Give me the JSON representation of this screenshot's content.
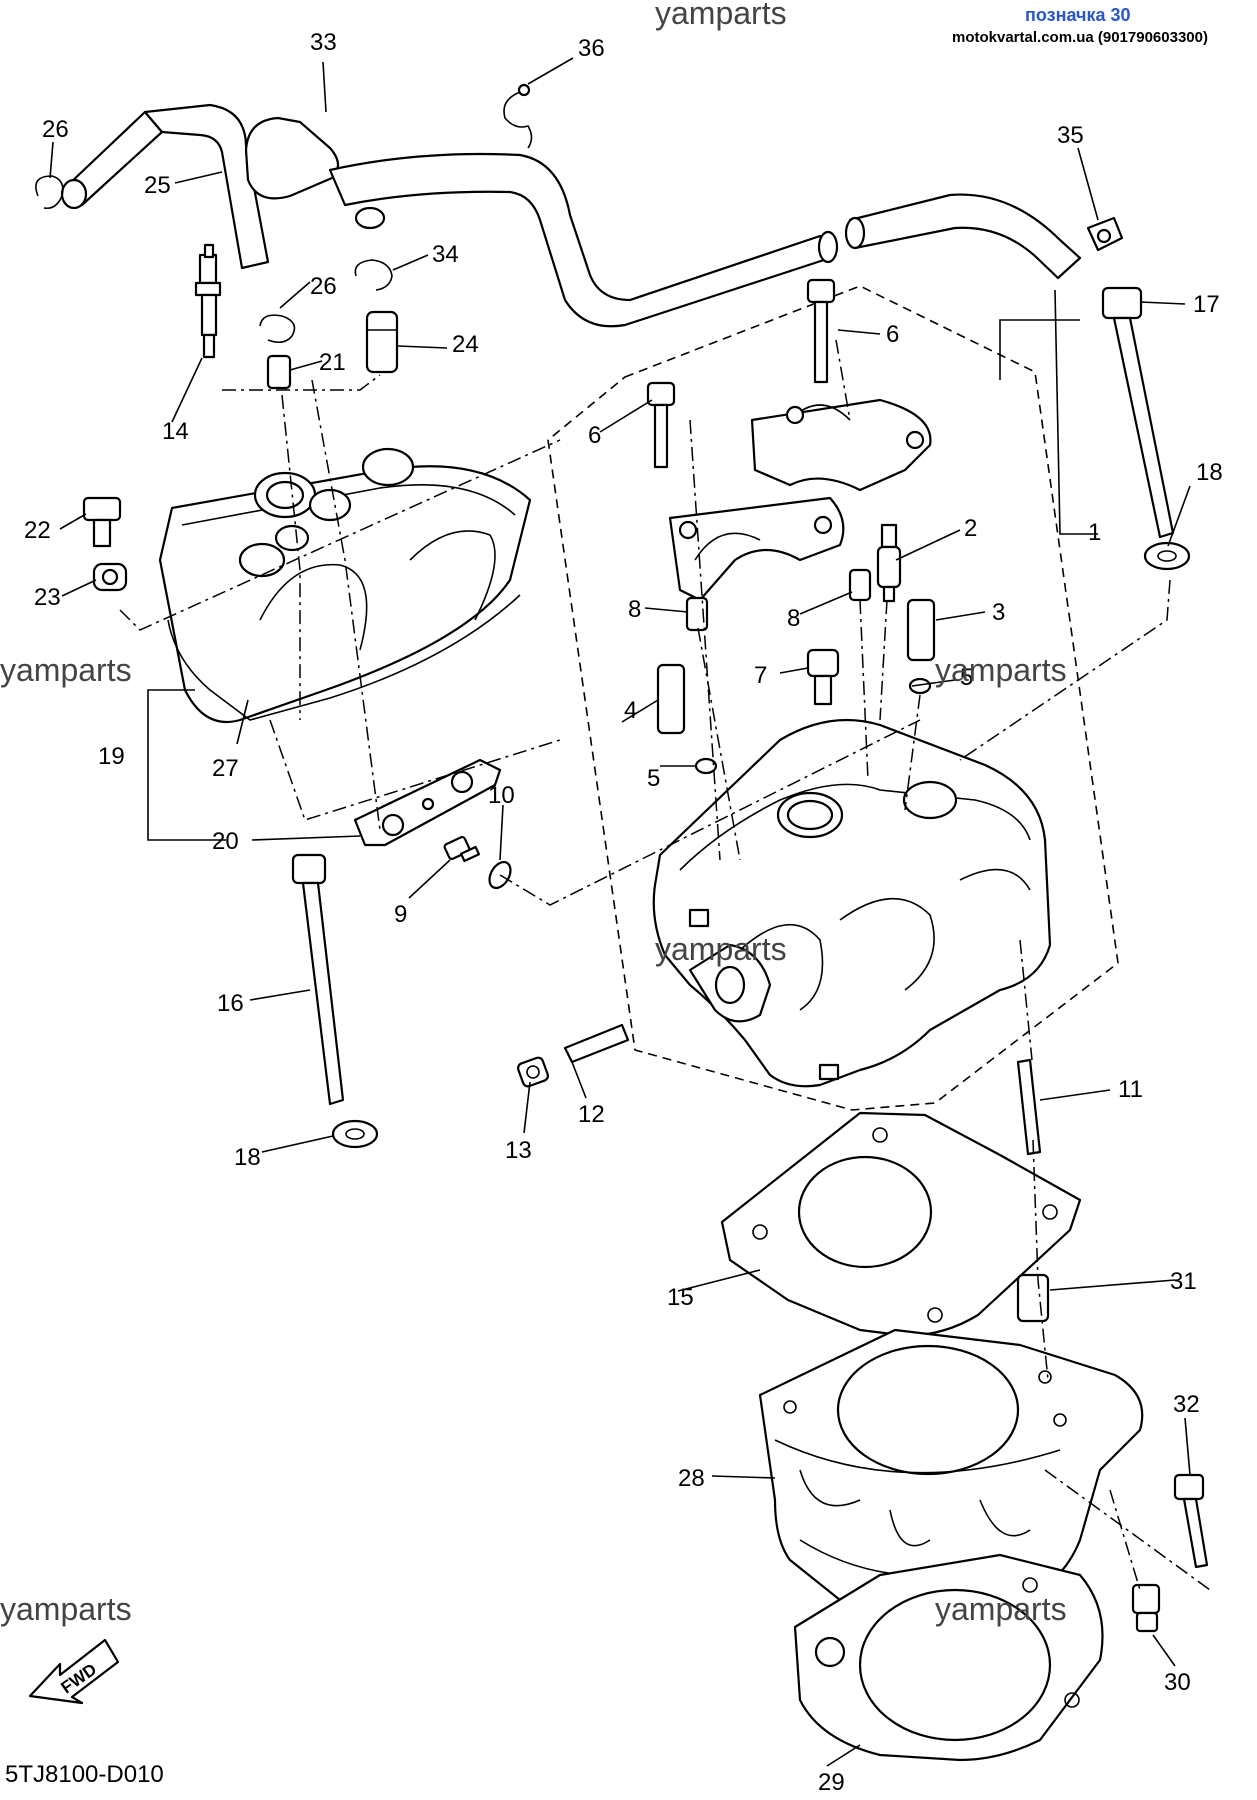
{
  "header": {
    "watermark_top": "yamparts",
    "label": "позначка 30",
    "site": "motokvartal.com.ua (901790603300)"
  },
  "watermarks": [
    "yamparts",
    "yamparts",
    "yamparts",
    "yamparts",
    "yamparts"
  ],
  "callouts": [
    "1",
    "2",
    "3",
    "4",
    "5",
    "5",
    "6",
    "6",
    "7",
    "8",
    "8",
    "9",
    "10",
    "11",
    "12",
    "13",
    "14",
    "15",
    "16",
    "17",
    "18",
    "18",
    "19",
    "20",
    "21",
    "22",
    "23",
    "24",
    "25",
    "26",
    "26",
    "27",
    "28",
    "29",
    "30",
    "31",
    "32",
    "33",
    "34",
    "35",
    "36"
  ],
  "fwd_label": "FWD",
  "diagram_code": "5TJ8100-D010"
}
